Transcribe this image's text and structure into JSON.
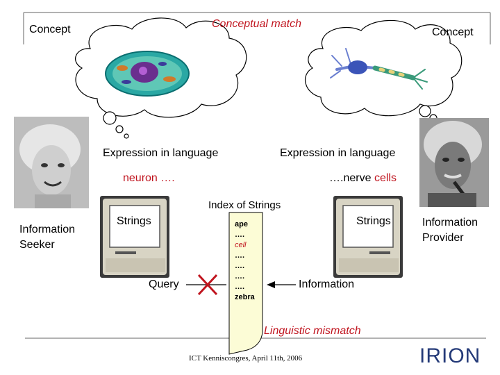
{
  "header": {
    "concept_left": "Concept",
    "concept_right": "Concept",
    "conceptual_match": "Conceptual match"
  },
  "expressions": {
    "left": "Expression in language",
    "right": "Expression in language",
    "left_term": "neuron ….",
    "right_term_prefix": "….",
    "right_term_word1": "nerve",
    "right_term_word2": "cells"
  },
  "index": {
    "title": "Index of Strings",
    "entries": [
      "ape",
      "….",
      "cell",
      "….",
      "….",
      "….",
      "….",
      "zebra"
    ]
  },
  "left_side": {
    "strings_label": "Strings",
    "role": [
      "Information",
      "Seeker"
    ],
    "query_label": "Query"
  },
  "right_side": {
    "strings_label": "Strings",
    "role": [
      "Information",
      "Provider"
    ],
    "information_label": "Information"
  },
  "mismatch": "Linguistic mismatch",
  "footer": "ICT Kenniscongres, April 11th, 2006",
  "logo": "IRION",
  "colors": {
    "red": "#c0141e",
    "logo_blue": "#243a78",
    "bubble_stroke": "#000000",
    "index_fill": "#fcfcd6"
  }
}
